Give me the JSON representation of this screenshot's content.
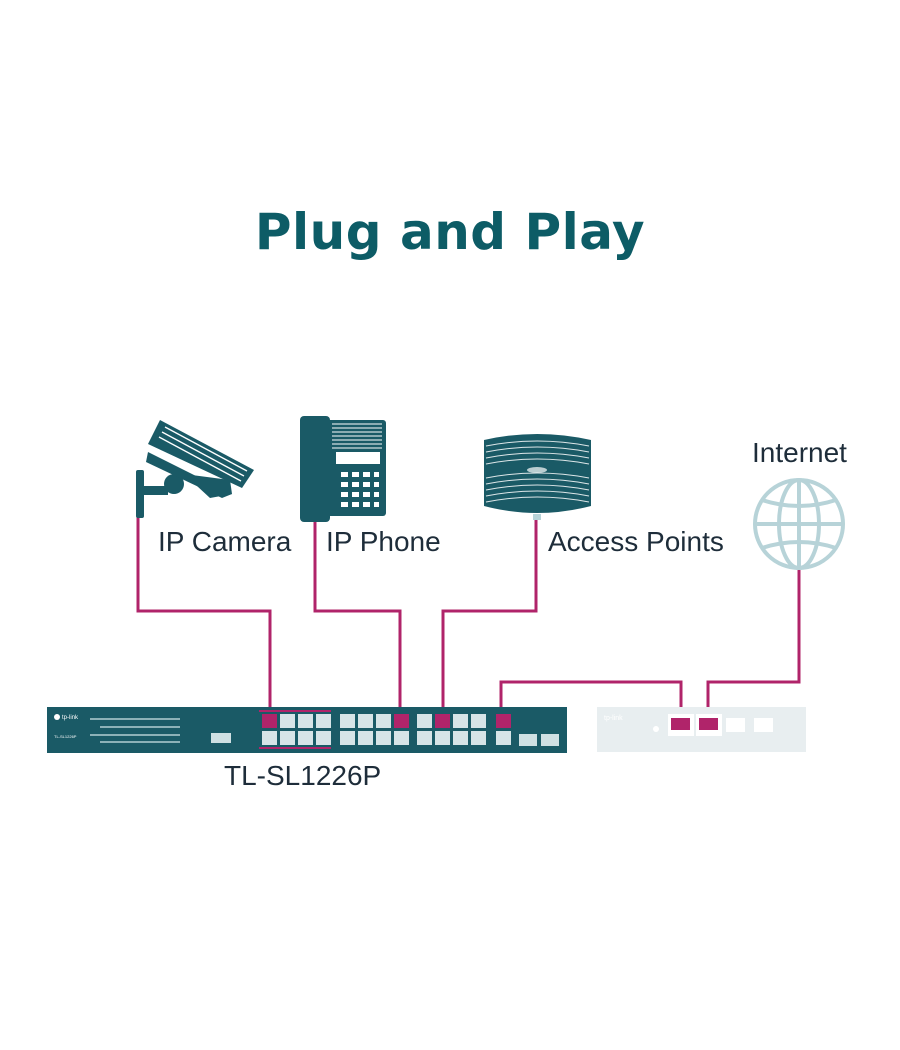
{
  "title": "Plug and Play",
  "devices": {
    "camera_label": "IP Camera",
    "phone_label": "IP Phone",
    "ap_label": "Access Points",
    "internet_label": "Internet",
    "switch_label": "TL-SL1226P",
    "switch_logo": "tp-link",
    "switch_model_small": "TL-SL1226P",
    "router_logo": "tp-link"
  },
  "colors": {
    "title": "#0d5c66",
    "device": "#1a5a66",
    "cable": "#b0246a",
    "globe": "#b7d3d8",
    "router": "#e8eef0",
    "label": "#1e2d3a"
  }
}
